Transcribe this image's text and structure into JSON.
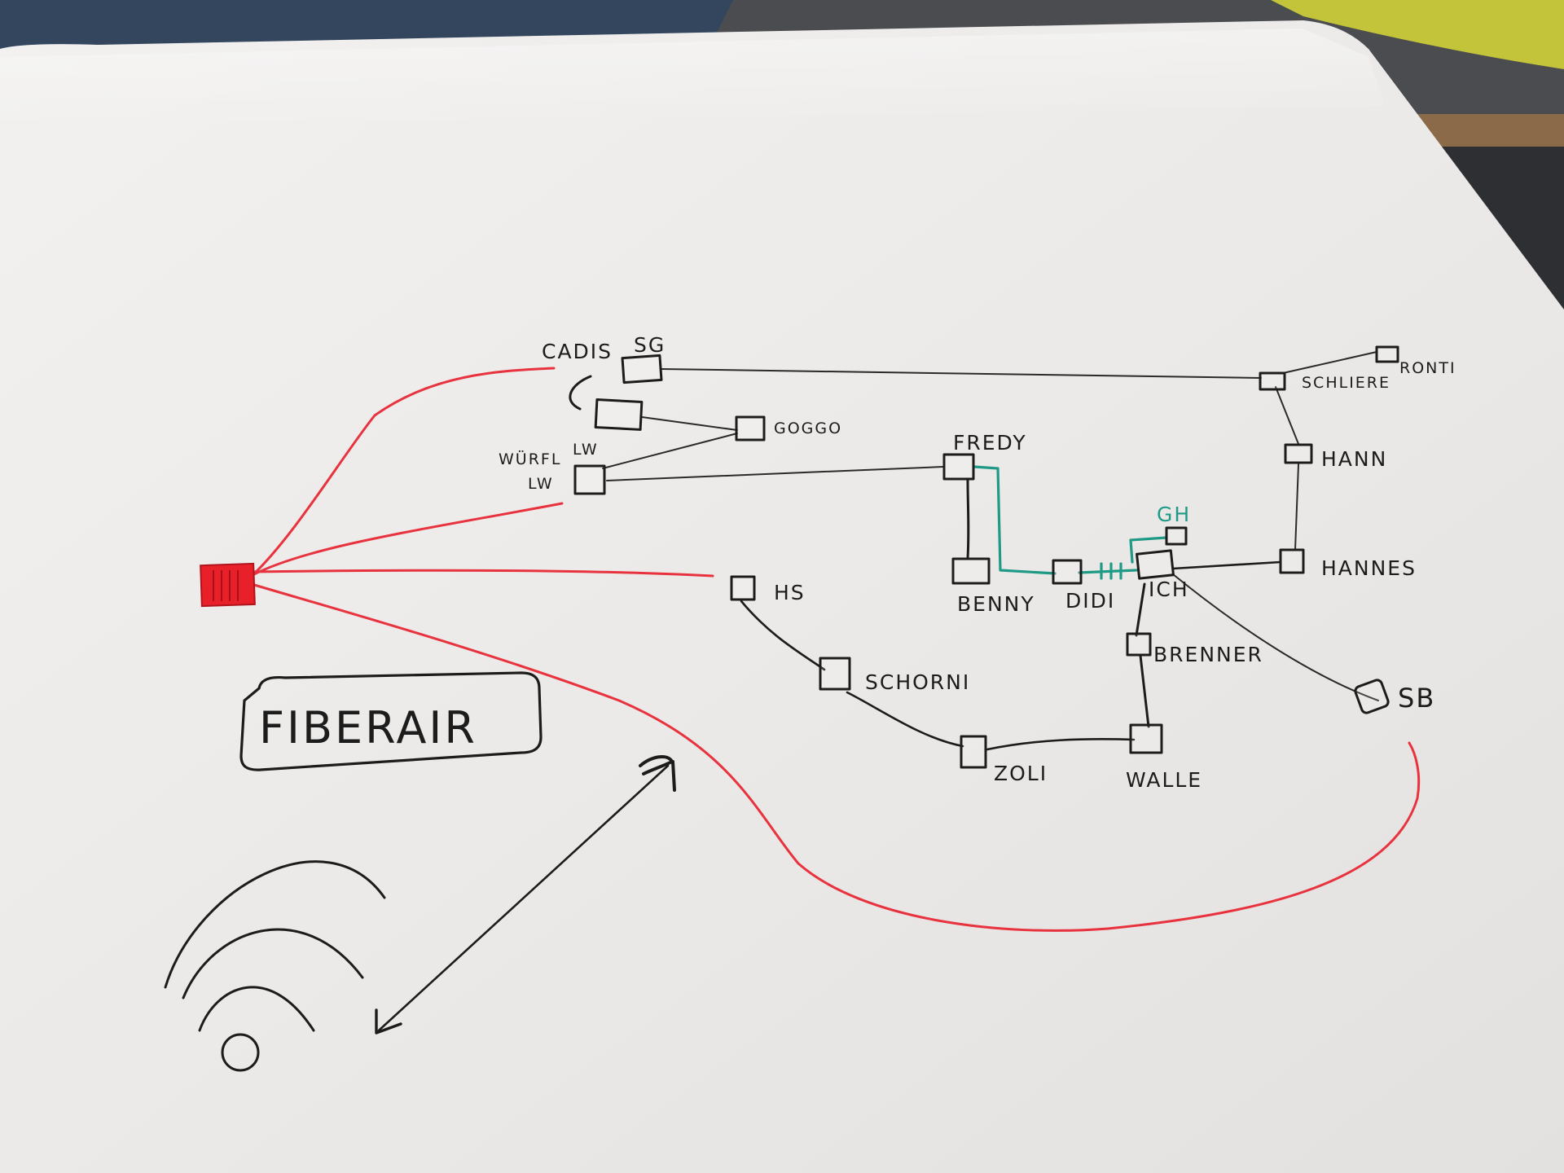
{
  "whiteboard": {
    "title_box_text": "FIBERAIR",
    "labels": {
      "cadis": "CADIS",
      "sg": "SG",
      "gogo": "GOGGO",
      "wurfl": "WÜRFL",
      "lw_top": "LW",
      "lw_left": "LW",
      "fredy": "FREDY",
      "benny": "BENNY",
      "didi": "DIDI",
      "ich": "ICH",
      "gh": "GH",
      "hannes": "HANNES",
      "hann": "HANN",
      "schliere": "SCHLIERE",
      "ronti": "RONTI",
      "hs": "HS",
      "schorni": "SCHORNI",
      "zoli": "ZOLI",
      "walle": "WALLE",
      "brenner": "BRENNER",
      "sb": "SB"
    }
  },
  "colors": {
    "ink": "#1c1c1c",
    "red_marker": "#e8333f",
    "teal_marker": "#1f9a86",
    "board": "#eceae8"
  }
}
